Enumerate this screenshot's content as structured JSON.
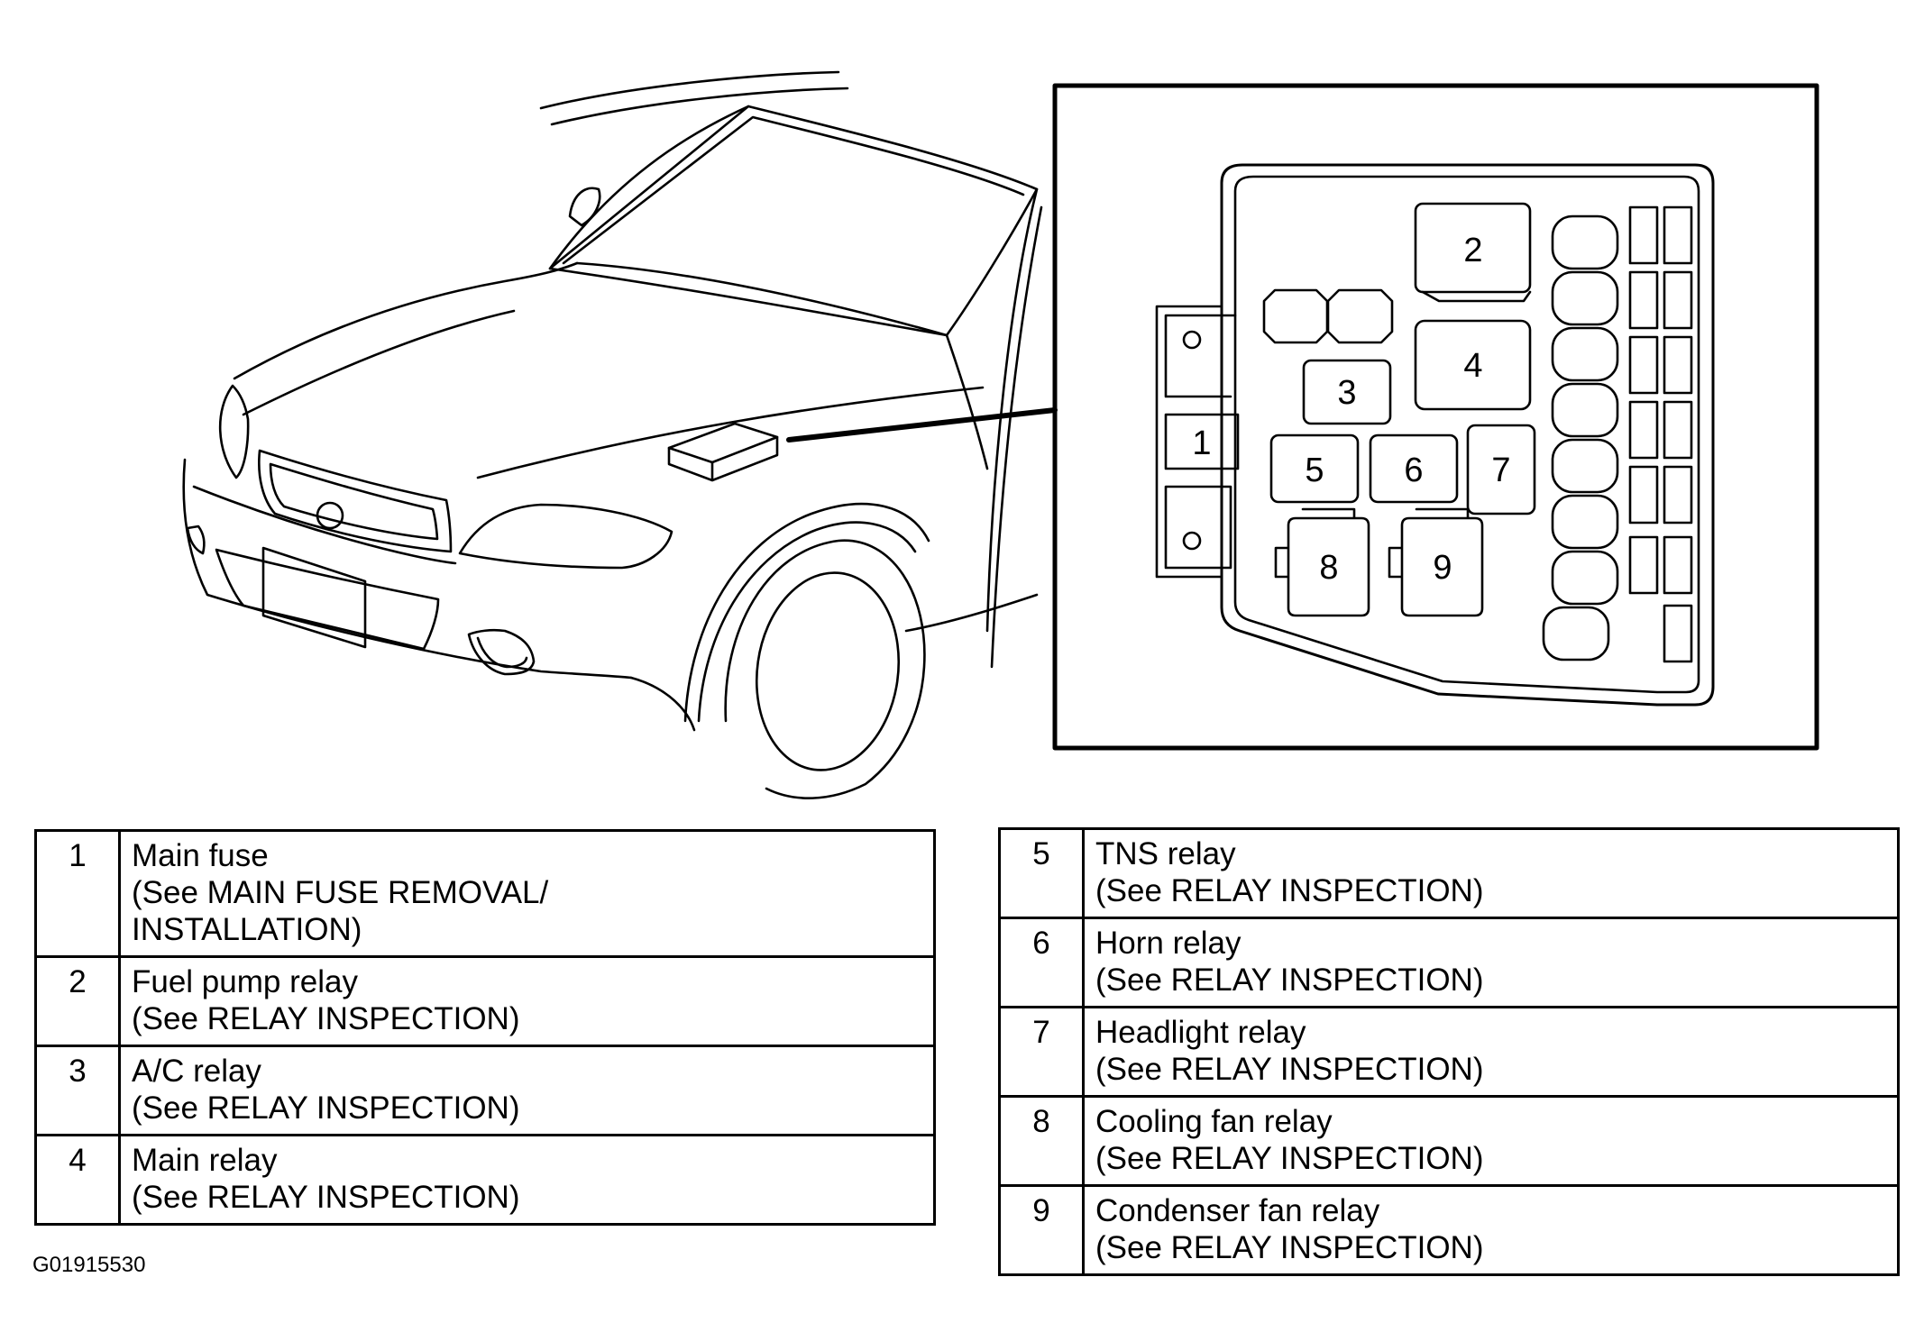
{
  "fuse_box": {
    "labels": [
      "1",
      "2",
      "3",
      "4",
      "5",
      "6",
      "7",
      "8",
      "9"
    ]
  },
  "legend": {
    "left": [
      {
        "num": "1",
        "lines": [
          "Main fuse",
          "(See MAIN FUSE REMOVAL/",
          "INSTALLATION)"
        ]
      },
      {
        "num": "2",
        "lines": [
          "Fuel pump relay",
          "(See RELAY INSPECTION)"
        ]
      },
      {
        "num": "3",
        "lines": [
          "A/C relay",
          "(See RELAY INSPECTION)"
        ]
      },
      {
        "num": "4",
        "lines": [
          "Main relay",
          "(See RELAY INSPECTION)"
        ]
      }
    ],
    "right": [
      {
        "num": "5",
        "lines": [
          "TNS relay",
          "(See RELAY INSPECTION)"
        ]
      },
      {
        "num": "6",
        "lines": [
          "Horn relay",
          "(See RELAY INSPECTION)"
        ]
      },
      {
        "num": "7",
        "lines": [
          "Headlight relay",
          "(See RELAY INSPECTION)"
        ]
      },
      {
        "num": "8",
        "lines": [
          "Cooling fan relay",
          "(See RELAY INSPECTION)"
        ]
      },
      {
        "num": "9",
        "lines": [
          "Condenser fan relay",
          "(See RELAY INSPECTION)"
        ]
      }
    ]
  },
  "figure_id": "G01915530"
}
